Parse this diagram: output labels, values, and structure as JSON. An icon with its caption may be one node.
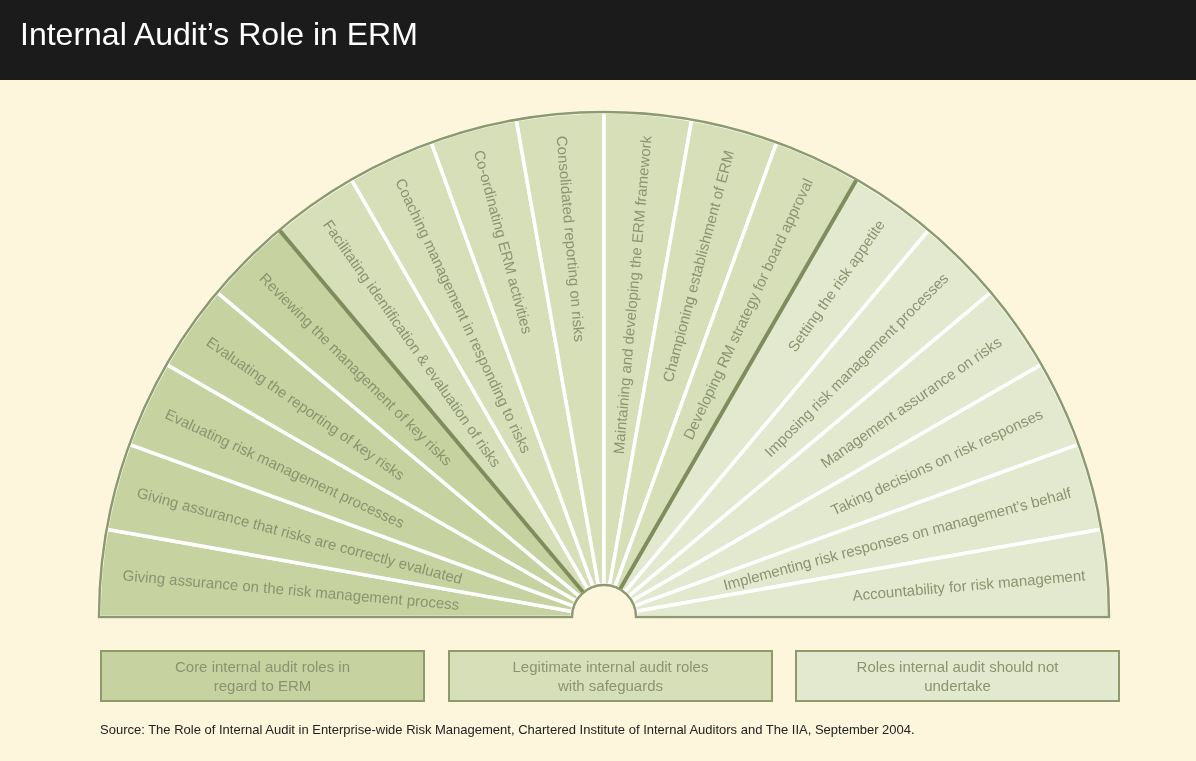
{
  "diagram": {
    "title": "Internal Audit’s Role in ERM",
    "caption": "Source: The Role of Internal Audit in Enterprise-wide Risk Management, Chartered Institute of Internal Auditors and The IIA, September 2004.",
    "nodes": [
      {
        "text": [
          "Giving assurance on the risk management process"
        ]
      },
      {
        "text": [
          "Giving assurance that risks are correctly evaluated"
        ]
      },
      {
        "text": [
          "Evaluating risk management processes"
        ]
      },
      {
        "text": [
          "Evaluating the reporting of key risks"
        ]
      },
      {
        "text": [
          "Reviewing the management of key risks"
        ]
      },
      {
        "text": [
          "Facilitating identification & evaluation of risks"
        ]
      },
      {
        "text": [
          "Coaching management in responding to risks"
        ]
      },
      {
        "text": [
          "Co-ordinating ERM activities"
        ]
      },
      {
        "text": [
          "Consolidated reporting on risks"
        ]
      },
      {
        "text": [
          "Maintaining and developing the ERM framework"
        ]
      },
      {
        "text": [
          "Championing establishment of ERM"
        ]
      },
      {
        "text": [
          "Developing RM strategy for board approval"
        ]
      },
      {
        "text": [
          "Setting the risk appetite"
        ]
      },
      {
        "text": [
          "Imposing risk management processes"
        ]
      },
      {
        "text": [
          "Management assurance on risks"
        ]
      },
      {
        "text": [
          "Taking decisions on risk responses"
        ]
      },
      {
        "text": [
          "Implementing risk responses on management’s behalf"
        ]
      },
      {
        "text": [
          "Accountability for risk management"
        ]
      }
    ],
    "legend": [
      {
        "text": "Core internal audit roles in regard to ERM",
        "color": "#c6d29f"
      },
      {
        "text": "Legitimate internal audit roles with safeguards",
        "color": "#d6dfb8"
      },
      {
        "text": "Roles internal audit should not undertake",
        "color": "#e3e9cf"
      }
    ]
  }
}
